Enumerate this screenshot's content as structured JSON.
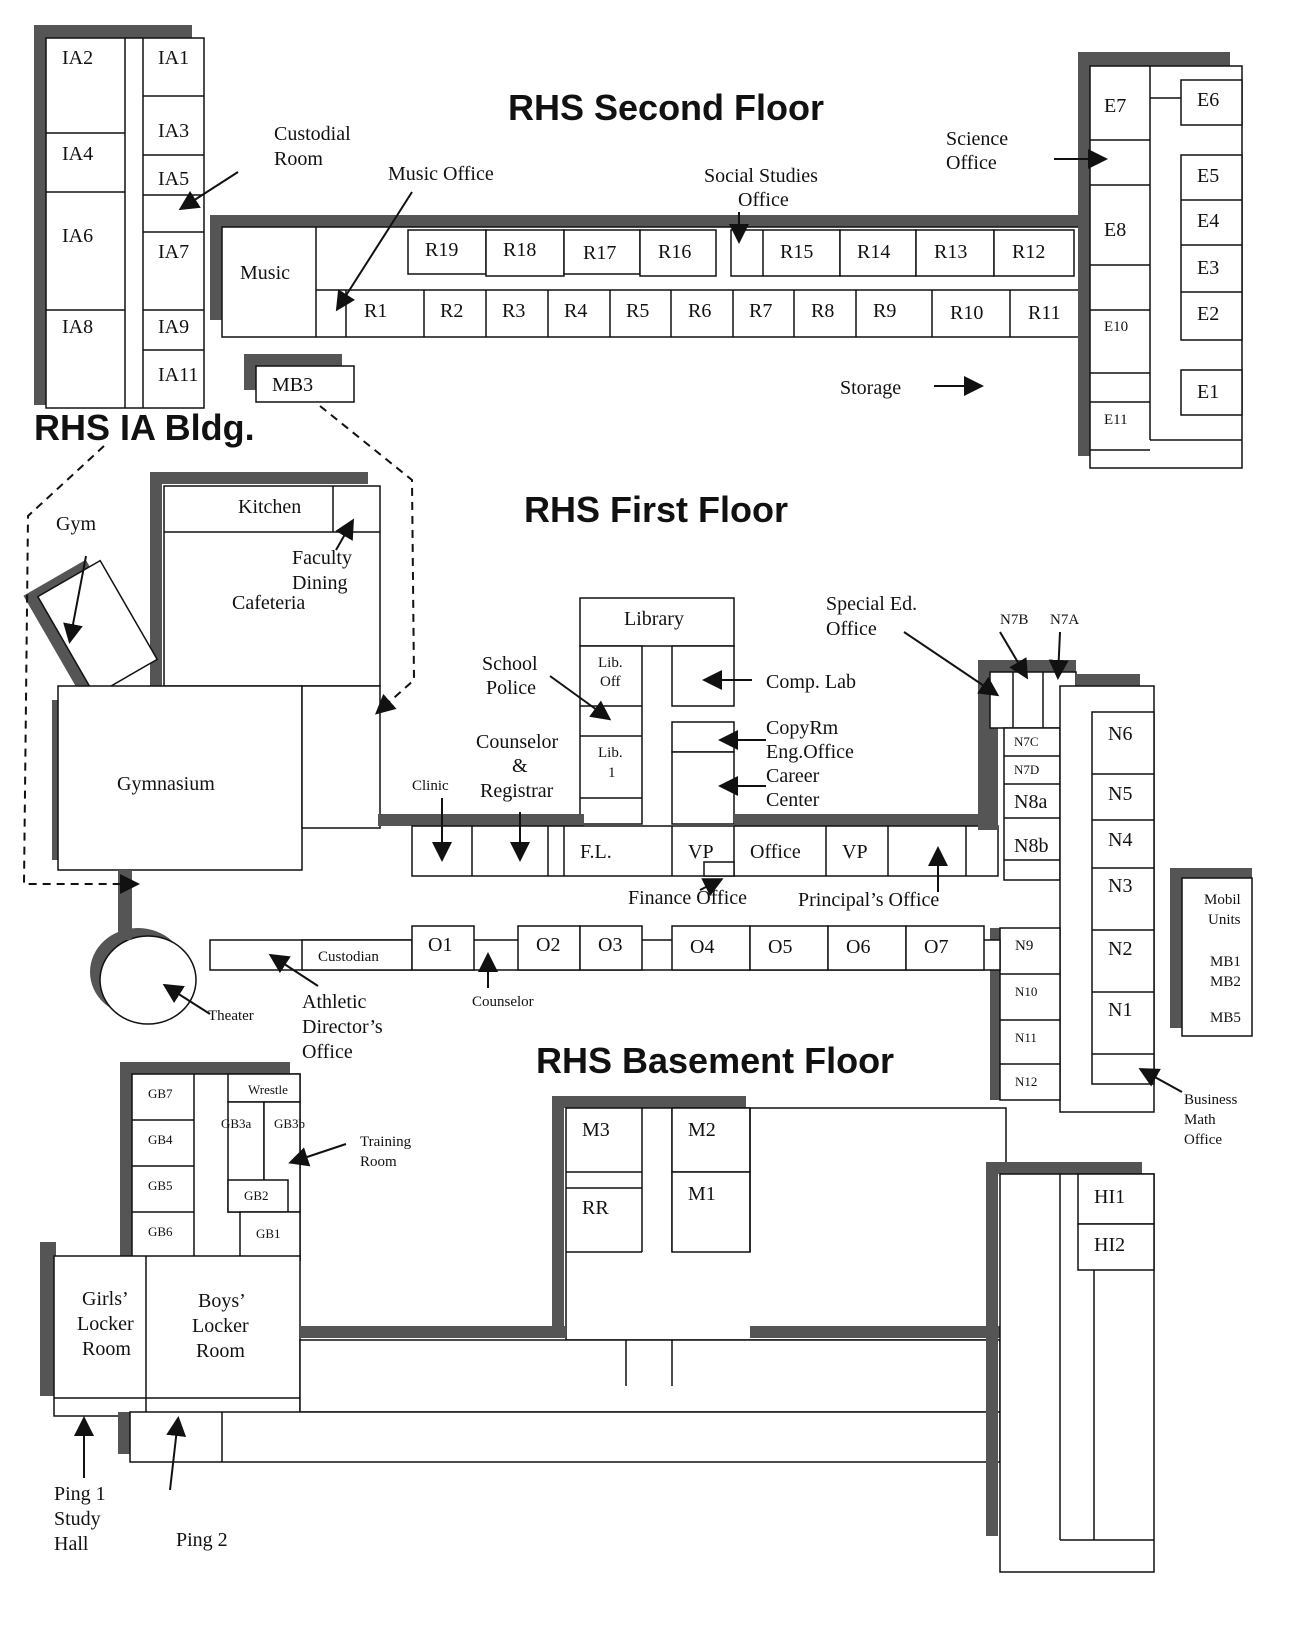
{
  "titles": {
    "second": "RHS Second Floor",
    "first": "RHS First Floor",
    "basement": "RHS Basement Floor",
    "ia": "RHS IA Bldg."
  },
  "ia": [
    "IA2",
    "IA1",
    "IA3",
    "IA4",
    "IA5",
    "IA6",
    "IA7",
    "IA8",
    "IA9",
    "IA11"
  ],
  "second": {
    "top": [
      "R19",
      "R18",
      "R17",
      "R16",
      "R15",
      "R14",
      "R13",
      "R12"
    ],
    "bottom": [
      "R1",
      "R2",
      "R3",
      "R4",
      "R5",
      "R6",
      "R7",
      "R8",
      "R9",
      "R10",
      "R11"
    ],
    "music": "Music",
    "e_left": [
      "E7",
      "E8",
      "E10",
      "E11"
    ],
    "e_right": [
      "E6",
      "E5",
      "E4",
      "E3",
      "E2",
      "E1"
    ],
    "mb3": "MB3"
  },
  "first": {
    "kitchen": "Kitchen",
    "cafeteria": "Cafeteria",
    "gymnasium": "Gymnasium",
    "library": "Library",
    "lib_off": [
      "Lib.",
      "Off"
    ],
    "lib1": [
      "Lib.",
      "1"
    ],
    "fl": "F.L.",
    "vp1": "VP",
    "office": "Office",
    "vp2": "VP",
    "n_small": [
      "N7C",
      "N7D"
    ],
    "n_big": [
      "N8a",
      "N8b"
    ],
    "n_right": [
      "N6",
      "N5",
      "N4",
      "N3",
      "N2",
      "N1"
    ],
    "n_lower": [
      "N9",
      "N10",
      "N11",
      "N12"
    ],
    "o_rooms": [
      "O1",
      "O2",
      "O3",
      "O4",
      "O5",
      "O6",
      "O7"
    ],
    "custodian": "Custodian",
    "mobile": [
      "Mobil",
      "Units",
      "MB1",
      "MB2",
      "MB5"
    ]
  },
  "basement": {
    "gb": [
      "GB7",
      "GB4",
      "GB5",
      "GB6"
    ],
    "wrestle": "Wrestle",
    "gb3a": "GB3a",
    "gb3b": "GB3b",
    "gb2": "GB2",
    "gb1": "GB1",
    "girls": [
      "Girls’",
      "Locker",
      "Room"
    ],
    "boys": [
      "Boys’",
      "Locker",
      "Room"
    ],
    "m": [
      "M3",
      "M2",
      "RR",
      "M1"
    ],
    "hi": [
      "HI1",
      "HI2"
    ]
  },
  "labels": {
    "custodial": [
      "Custodial",
      "Room"
    ],
    "music_office": "Music Office",
    "social_studies": [
      "Social Studies",
      "Office"
    ],
    "science": [
      "Science",
      "Office"
    ],
    "storage": "Storage",
    "gym": "Gym",
    "faculty": [
      "Faculty",
      "Dining"
    ],
    "special_ed": [
      "Special Ed.",
      "Office"
    ],
    "n7b": "N7B",
    "n7a": "N7A",
    "school_police": [
      "School",
      "Police"
    ],
    "comp_lab": "Comp. Lab",
    "copy": [
      "CopyRm",
      "Eng.Office",
      "Career",
      "Center"
    ],
    "counselor_reg": [
      "Counselor",
      "&",
      "Registrar"
    ],
    "clinic": "Clinic",
    "finance": "Finance Office",
    "principal": "Principal’s Office",
    "theater": "Theater",
    "athletic": [
      "Athletic",
      "Director’s",
      "Office"
    ],
    "counselor": "Counselor",
    "training": [
      "Training",
      "Room"
    ],
    "business": [
      "Business",
      "Math",
      "Office"
    ],
    "ping1": [
      "Ping 1",
      "Study",
      "Hall"
    ],
    "ping2": "Ping 2"
  }
}
